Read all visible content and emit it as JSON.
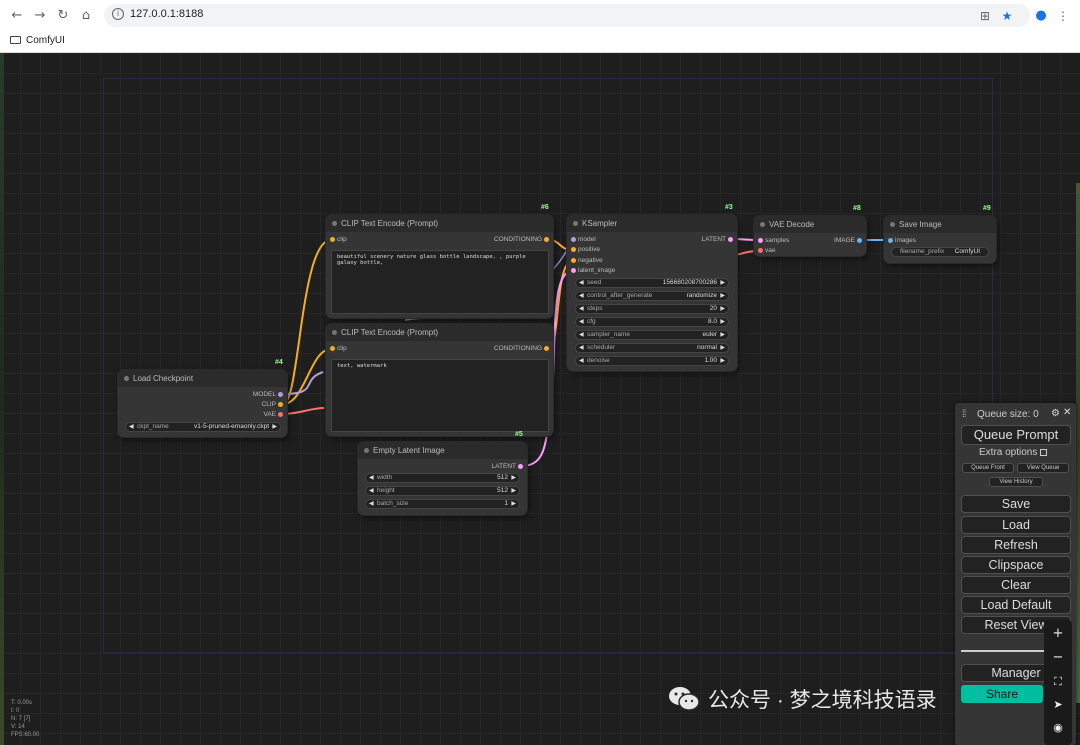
{
  "browser": {
    "url": "127.0.0.1:8188",
    "bookmark_label": "ComfyUI",
    "nav": {
      "back": "←",
      "forward": "→",
      "reload": "↻",
      "home": "⌂"
    }
  },
  "nodes": {
    "clip_pos": {
      "id": "#6",
      "title": "CLIP Text Encode (Prompt)",
      "in_clip": "clip",
      "out": "CONDITIONING",
      "text": "beautiful scenery nature glass bottle landscape, , purple galaxy bottle,"
    },
    "clip_neg": {
      "title": "CLIP Text Encode (Prompt)",
      "in_clip": "clip",
      "out": "CONDITIONING",
      "text": "text, watermark"
    },
    "checkpoint": {
      "id": "#4",
      "title": "Load Checkpoint",
      "out_model": "MODEL",
      "out_clip": "CLIP",
      "out_vae": "VAE",
      "w_name": "ckpt_name",
      "w_value": "v1-5-pruned-emaonly.ckpt"
    },
    "latent": {
      "id": "#5",
      "title": "Empty Latent Image",
      "out": "LATENT",
      "widgets": [
        {
          "name": "width",
          "value": "512"
        },
        {
          "name": "height",
          "value": "512"
        },
        {
          "name": "batch_size",
          "value": "1"
        }
      ]
    },
    "ksampler": {
      "id": "#3",
      "title": "KSampler",
      "in_model": "model",
      "in_positive": "positive",
      "in_negative": "negative",
      "in_latent": "latent_image",
      "out": "LATENT",
      "widgets": [
        {
          "name": "seed",
          "value": "156680208700286"
        },
        {
          "name": "control_after_generate",
          "value": "randomize"
        },
        {
          "name": "steps",
          "value": "20"
        },
        {
          "name": "cfg",
          "value": "8.0"
        },
        {
          "name": "sampler_name",
          "value": "euler"
        },
        {
          "name": "scheduler",
          "value": "normal"
        },
        {
          "name": "denoise",
          "value": "1.00"
        }
      ]
    },
    "vae": {
      "id": "#8",
      "title": "VAE Decode",
      "in_samples": "samples",
      "in_vae": "vae",
      "out": "IMAGE"
    },
    "save": {
      "id": "#9",
      "title": "Save Image",
      "in_images": "images",
      "w_name": "filename_prefix",
      "w_value": "ComfyUI"
    }
  },
  "menu": {
    "queue_size": "Queue size: 0",
    "queue_prompt": "Queue Prompt",
    "extra_options": "Extra options",
    "queue_front": "Queue Front",
    "view_queue": "View Queue",
    "view_history": "View History",
    "save": "Save",
    "load": "Load",
    "refresh": "Refresh",
    "clipspace": "Clipspace",
    "clear": "Clear",
    "load_default": "Load Default",
    "reset_view": "Reset View",
    "manager": "Manager",
    "share": "Share"
  },
  "stats": [
    "T: 0.00s",
    "I: 0",
    "N: 7 [7]",
    "V: 14",
    "FPS:60.00"
  ],
  "watermark": "公众号 · 梦之境科技语录",
  "colors": {
    "clip": "#f0b020",
    "model": "#b39ddb",
    "conditioning": "#ffa931",
    "latent": "#ff9cf9",
    "vae": "#ff6e6e",
    "image": "#64b5f6"
  }
}
